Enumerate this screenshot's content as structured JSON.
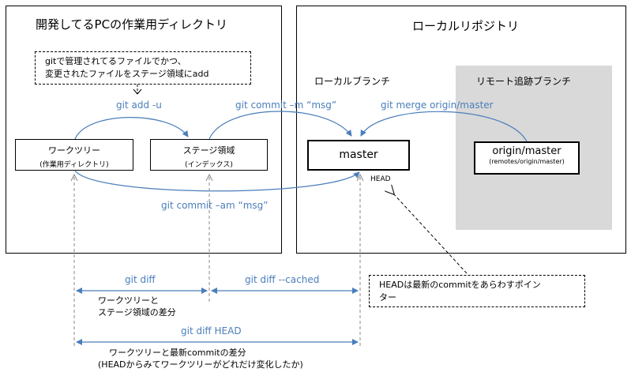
{
  "work_panel": {
    "title": "開発してるPCの作業用ディレクトリ",
    "note_line1": "gitで管理されてるファイルでかつ、",
    "note_line2": "変更されたファイルをステージ領域にadd"
  },
  "repo_panel": {
    "title": "ローカルリポジトリ",
    "local_branch_label": "ローカルブランチ",
    "remote_branch_label": "リモート追跡ブランチ"
  },
  "nodes": {
    "worktree_title": "ワークツリー",
    "worktree_sub": "(作業用ディレクトリ)",
    "stage_title": "ステージ領域",
    "stage_sub": "(インデックス)",
    "master": "master",
    "head": "HEAD",
    "origin_title": "origin/master",
    "origin_sub": "(remotes/origin/master)"
  },
  "commands": {
    "add": "git add -u",
    "commit": "git commit –m “msg”",
    "merge": "git merge origin/master",
    "commit_am": "git commit –am “msg”",
    "diff": "git diff",
    "diff_cached": "git diff --cached",
    "diff_head": "git diff HEAD"
  },
  "notes": {
    "diff_line1": "ワークツリーと",
    "diff_line2": "ステージ領域の差分",
    "head_note_line1": "HEADは最新のcommitをあらわすポイン",
    "head_note_line2": "ター",
    "diff_head_line1": "ワークツリーと最新commitの差分",
    "diff_head_line2": "(HEADからみてワークツリーがどれだけ変化したか)"
  },
  "colors": {
    "accent": "#4a7ebb",
    "remote_bg": "#d9d9d9"
  }
}
